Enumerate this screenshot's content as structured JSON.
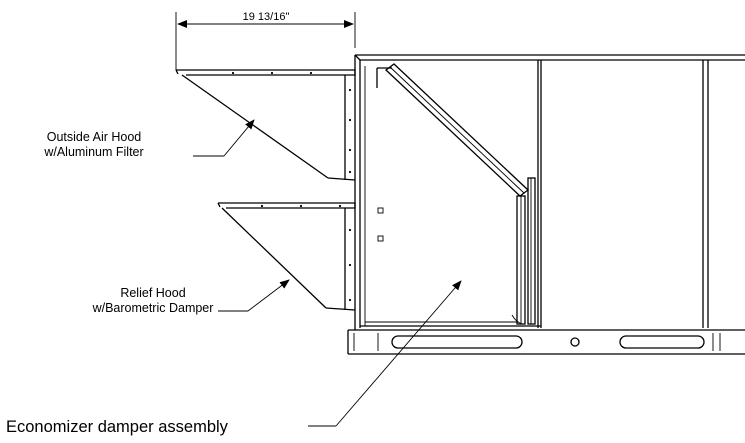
{
  "diagram": {
    "dimension_label": "19 13/16\"",
    "callouts": {
      "outside_air_hood": [
        "Outside Air Hood",
        "w/Aluminum Filter"
      ],
      "relief_hood": [
        "Relief Hood",
        "w/Barometric Damper"
      ],
      "economizer": "Economizer damper assembly"
    }
  },
  "colors": {
    "ink": "#000000",
    "background": "#ffffff"
  }
}
